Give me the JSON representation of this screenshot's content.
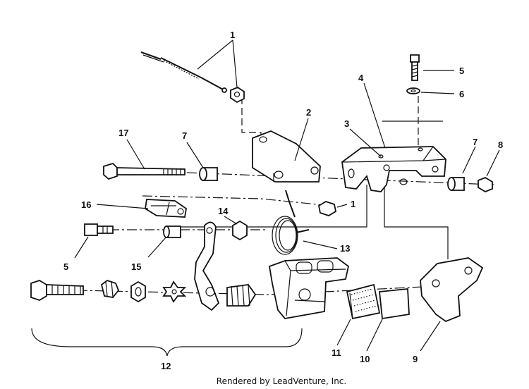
{
  "diagram": {
    "callouts": [
      {
        "id": "c1a",
        "label": "1"
      },
      {
        "id": "c1b",
        "label": "1"
      },
      {
        "id": "c2",
        "label": "2"
      },
      {
        "id": "c3",
        "label": "3"
      },
      {
        "id": "c4",
        "label": "4"
      },
      {
        "id": "c5a",
        "label": "5"
      },
      {
        "id": "c5b",
        "label": "5"
      },
      {
        "id": "c6",
        "label": "6"
      },
      {
        "id": "c7a",
        "label": "7"
      },
      {
        "id": "c7b",
        "label": "7"
      },
      {
        "id": "c8",
        "label": "8"
      },
      {
        "id": "c9",
        "label": "9"
      },
      {
        "id": "c10",
        "label": "10"
      },
      {
        "id": "c11",
        "label": "11"
      },
      {
        "id": "c12",
        "label": "12"
      },
      {
        "id": "c13",
        "label": "13"
      },
      {
        "id": "c14",
        "label": "14"
      },
      {
        "id": "c15",
        "label": "15"
      },
      {
        "id": "c16",
        "label": "16"
      },
      {
        "id": "c17",
        "label": "17"
      }
    ]
  },
  "footer": {
    "text": "Rendered by LeadVenture, Inc."
  }
}
